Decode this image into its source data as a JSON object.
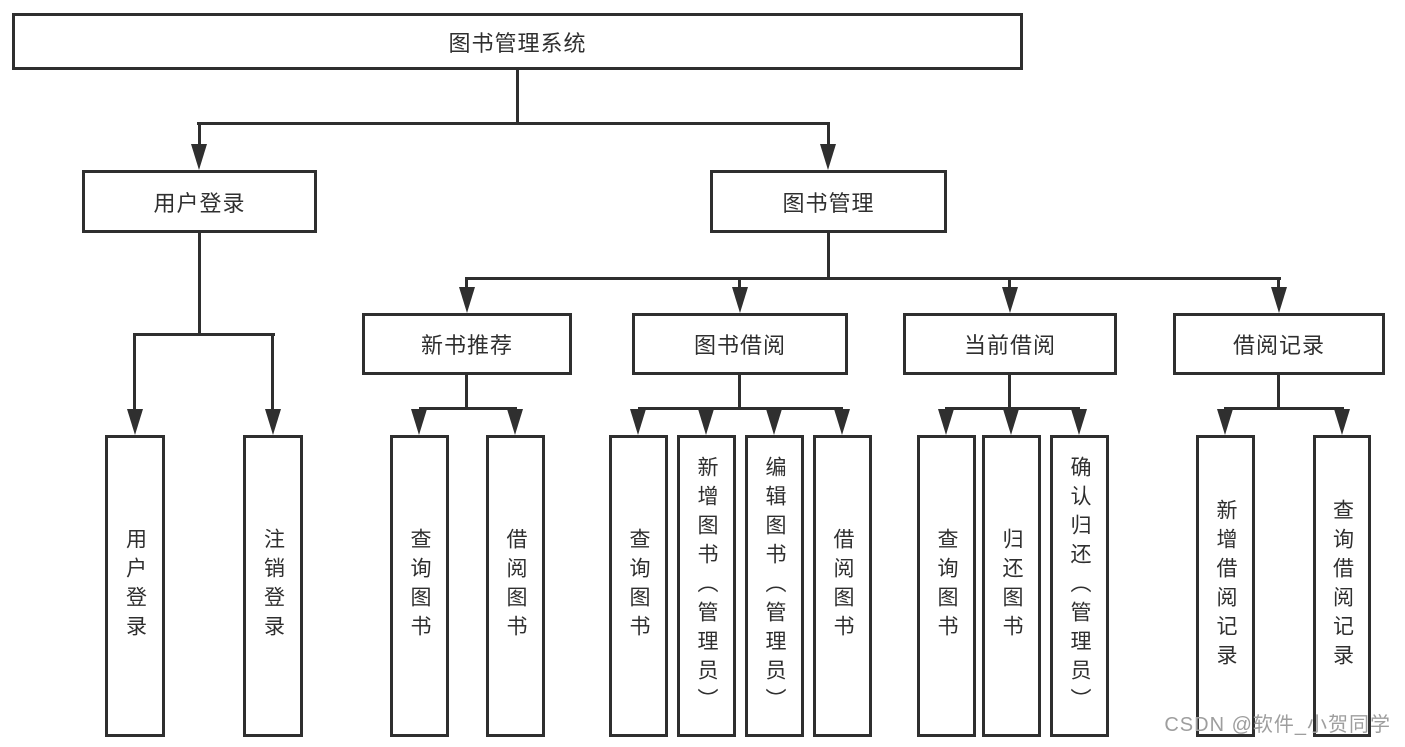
{
  "tree": {
    "root": "图书管理系统",
    "branches": [
      {
        "label": "用户登录",
        "children": [
          "用户登录",
          "注销登录"
        ]
      },
      {
        "label": "图书管理",
        "groups": [
          {
            "label": "新书推荐",
            "children": [
              "查询图书",
              "借阅图书"
            ]
          },
          {
            "label": "图书借阅",
            "children": [
              "查询图书",
              "新增图书（管理员）",
              "编辑图书（管理员）",
              "借阅图书"
            ]
          },
          {
            "label": "当前借阅",
            "children": [
              "查询图书",
              "归还图书",
              "确认归还（管理员）"
            ]
          },
          {
            "label": "借阅记录",
            "children": [
              "新增借阅记录",
              "查询借阅记录"
            ]
          }
        ]
      }
    ]
  },
  "watermark": "CSDN @软件_小贺同学",
  "colors": {
    "line": "#2f2f2f",
    "watermark": "#9e9e9e",
    "background": "#ffffff"
  }
}
